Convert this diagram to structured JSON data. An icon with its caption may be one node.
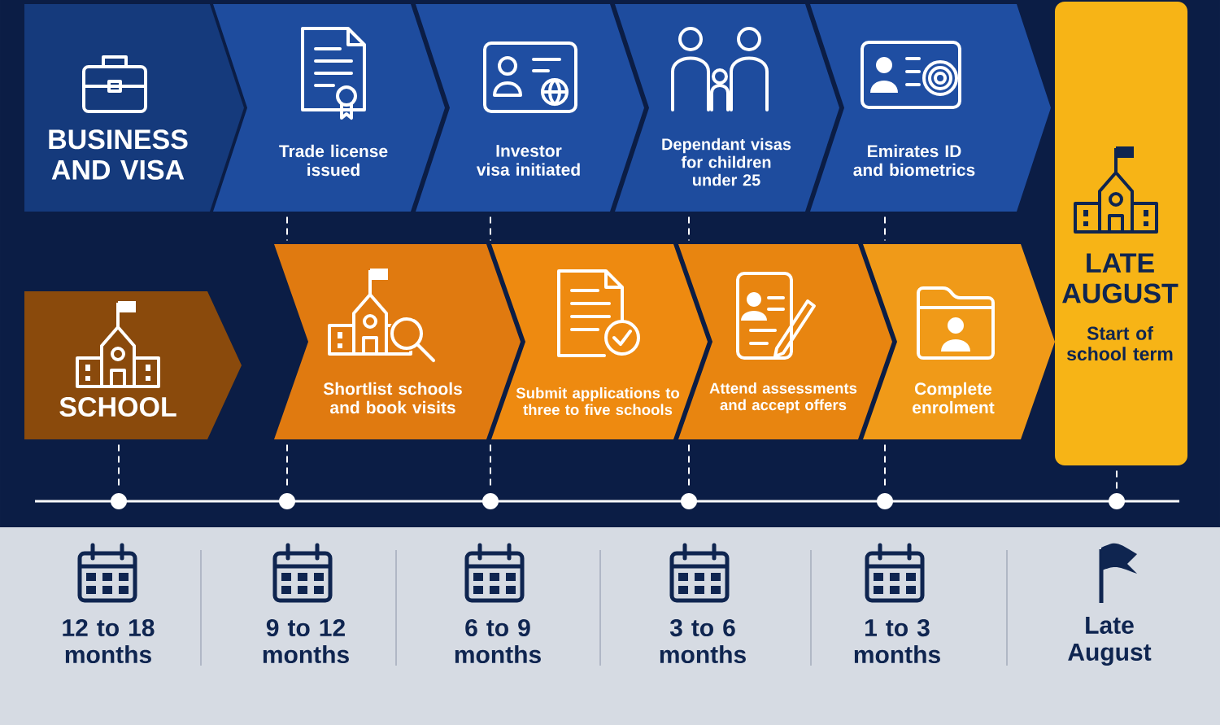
{
  "diagram": {
    "nodes": [
      {
        "text": [
          "BUSINESS AND VISA"
        ]
      },
      {
        "text": [
          "Trade license issued"
        ]
      },
      {
        "text": [
          "Investor visa initiated"
        ]
      },
      {
        "text": [
          "Dependant visas for children under 25"
        ]
      },
      {
        "text": [
          "Emirates ID and biometrics"
        ]
      },
      {
        "text": [
          "LATE AUGUST",
          "Start of school term"
        ]
      },
      {
        "text": [
          "SCHOOL"
        ]
      },
      {
        "text": [
          "Shortlist schools and book visits"
        ]
      },
      {
        "text": [
          "Submit applications to three to five schools"
        ]
      },
      {
        "text": [
          "Attend assessments and accept offers"
        ]
      },
      {
        "text": [
          "Complete enrolment"
        ]
      },
      {
        "text": [],
        "shape": "circle"
      },
      {
        "text": [],
        "shape": "circle"
      },
      {
        "text": [],
        "shape": "circle"
      },
      {
        "text": [],
        "shape": "circle"
      },
      {
        "text": [],
        "shape": "circle"
      },
      {
        "text": [],
        "shape": "circle"
      }
    ],
    "edges": [
      {
        "from": 1,
        "to": 7,
        "arrow": "none",
        "style": "dashed"
      },
      {
        "from": 2,
        "to": 8,
        "arrow": "none",
        "style": "dashed"
      },
      {
        "from": 3,
        "to": 9,
        "arrow": "none",
        "style": "dashed"
      },
      {
        "from": 4,
        "to": 10,
        "arrow": "none",
        "style": "dashed"
      },
      {
        "from": 6,
        "to": 11,
        "arrow": "none",
        "style": "dashed"
      },
      {
        "from": 7,
        "to": 12,
        "arrow": "none",
        "style": "dashed"
      },
      {
        "from": 8,
        "to": 13,
        "arrow": "none",
        "style": "dashed"
      },
      {
        "from": 9,
        "to": 14,
        "arrow": "none",
        "style": "dashed"
      },
      {
        "from": 10,
        "to": 15,
        "arrow": "none",
        "style": "dashed"
      },
      {
        "from": 5,
        "to": 16,
        "arrow": "none",
        "style": "dashed"
      }
    ],
    "labels": [
      "12 to 18 months",
      "9 to 12 months",
      "6 to 9 months",
      "3 to 6 months",
      "1 to 3 months",
      "Late August"
    ]
  }
}
